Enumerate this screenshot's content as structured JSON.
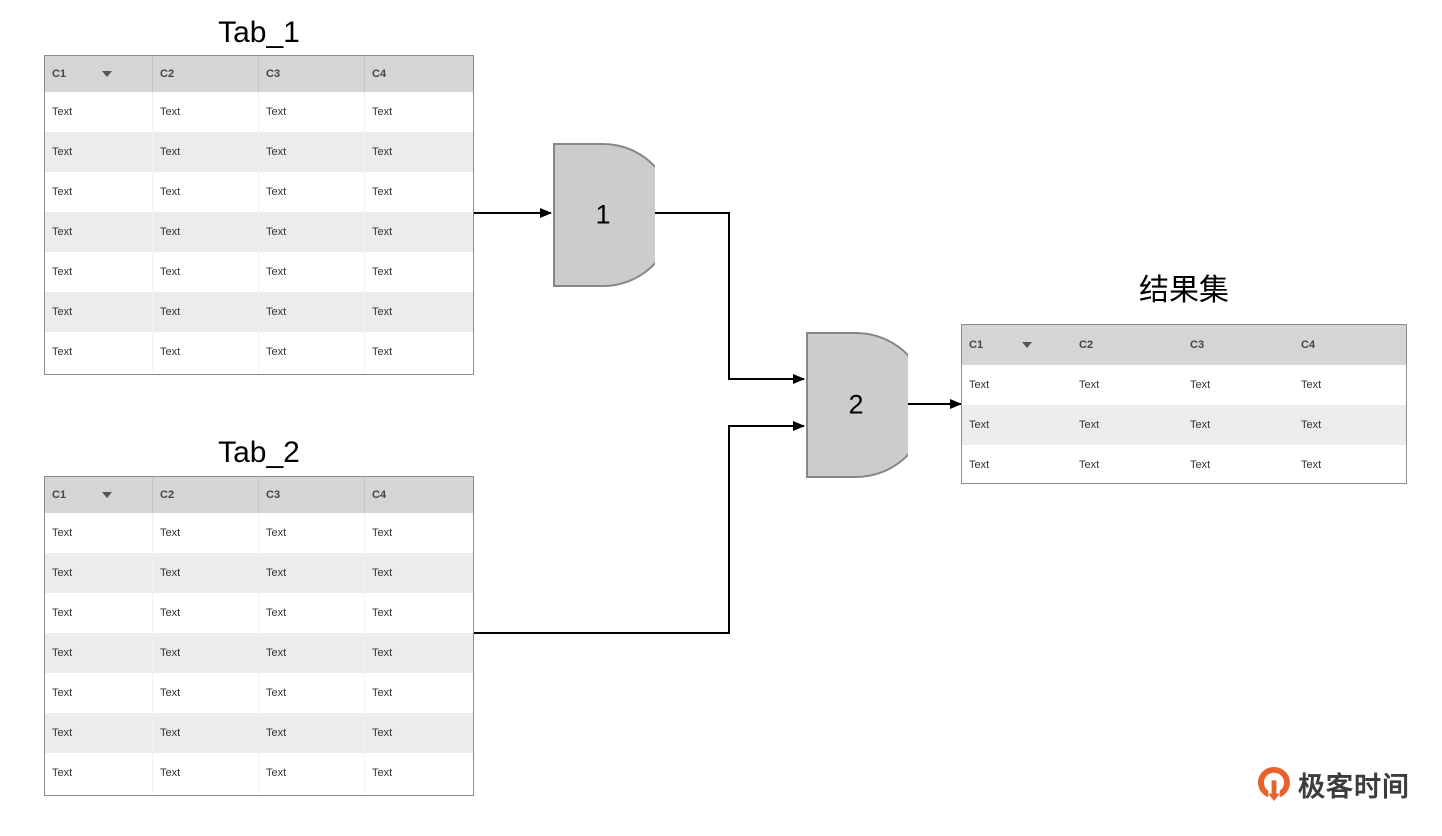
{
  "diagram": {
    "title_tab1": "Tab_1",
    "title_tab2": "Tab_2",
    "title_result": "结果集",
    "node1_label": "1",
    "node2_label": "2",
    "colors": {
      "node_fill": "#cccccc",
      "node_stroke": "#878787",
      "edge_stroke": "#000000",
      "table_border": "#8c8c8c",
      "header_bg": "#d5d5d5",
      "row_alt_bg": "#ececec",
      "row_bg": "#ffffff",
      "brand_orange": "#e8622c"
    },
    "icons": {
      "sort_caret": "chevron-down-icon",
      "arrow_head": "arrow-right-icon"
    }
  },
  "tables": {
    "tab1": {
      "columns": [
        "C1",
        "C2",
        "C3",
        "C4"
      ],
      "rows": [
        [
          "Text",
          "Text",
          "Text",
          "Text"
        ],
        [
          "Text",
          "Text",
          "Text",
          "Text"
        ],
        [
          "Text",
          "Text",
          "Text",
          "Text"
        ],
        [
          "Text",
          "Text",
          "Text",
          "Text"
        ],
        [
          "Text",
          "Text",
          "Text",
          "Text"
        ],
        [
          "Text",
          "Text",
          "Text",
          "Text"
        ],
        [
          "Text",
          "Text",
          "Text",
          "Text"
        ]
      ]
    },
    "tab2": {
      "columns": [
        "C1",
        "C2",
        "C3",
        "C4"
      ],
      "rows": [
        [
          "Text",
          "Text",
          "Text",
          "Text"
        ],
        [
          "Text",
          "Text",
          "Text",
          "Text"
        ],
        [
          "Text",
          "Text",
          "Text",
          "Text"
        ],
        [
          "Text",
          "Text",
          "Text",
          "Text"
        ],
        [
          "Text",
          "Text",
          "Text",
          "Text"
        ],
        [
          "Text",
          "Text",
          "Text",
          "Text"
        ],
        [
          "Text",
          "Text",
          "Text",
          "Text"
        ]
      ]
    },
    "result": {
      "columns": [
        "C1",
        "C2",
        "C3",
        "C4"
      ],
      "rows": [
        [
          "Text",
          "Text",
          "Text",
          "Text"
        ],
        [
          "Text",
          "Text",
          "Text",
          "Text"
        ],
        [
          "Text",
          "Text",
          "Text",
          "Text"
        ]
      ]
    }
  },
  "logo": {
    "text": "极客时间"
  }
}
